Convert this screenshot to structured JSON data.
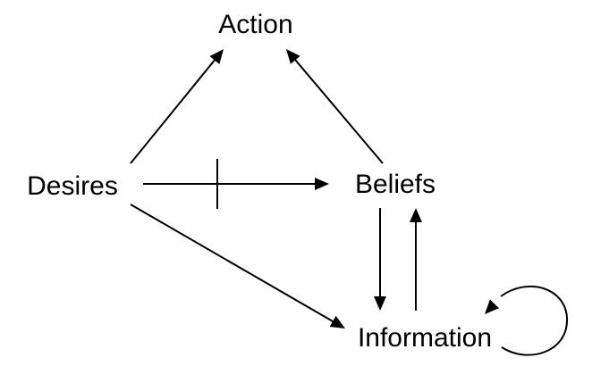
{
  "diagram": {
    "type": "directed-graph",
    "nodes": [
      {
        "id": "action",
        "label": "Action"
      },
      {
        "id": "desires",
        "label": "Desires"
      },
      {
        "id": "beliefs",
        "label": "Beliefs"
      },
      {
        "id": "information",
        "label": "Information"
      }
    ],
    "edges": [
      {
        "id": "desires-to-action",
        "from": "desires",
        "to": "action",
        "style": "arrow"
      },
      {
        "id": "beliefs-to-action",
        "from": "beliefs",
        "to": "action",
        "style": "arrow"
      },
      {
        "id": "desires-to-beliefs",
        "from": "desires",
        "to": "beliefs",
        "style": "blocked-arrow"
      },
      {
        "id": "desires-to-information",
        "from": "desires",
        "to": "information",
        "style": "arrow"
      },
      {
        "id": "beliefs-to-information",
        "from": "beliefs",
        "to": "information",
        "style": "arrow"
      },
      {
        "id": "information-to-beliefs",
        "from": "information",
        "to": "beliefs",
        "style": "arrow"
      },
      {
        "id": "information-self-loop",
        "from": "information",
        "to": "information",
        "style": "self-loop"
      }
    ],
    "colors": {
      "ink": "#000000",
      "background": "#ffffff"
    }
  }
}
